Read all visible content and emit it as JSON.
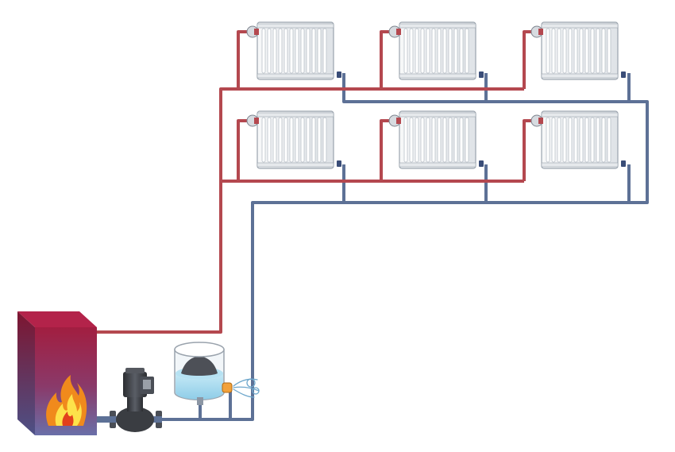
{
  "diagram": {
    "components": [
      "boiler",
      "circulation-pump",
      "expansion-tank",
      "safety-valve",
      "supply-pipe",
      "return-pipe",
      "radiator"
    ],
    "radiator_rows": 2,
    "radiators_per_row": 3,
    "colors": {
      "supply_pipe": "#b4484f",
      "return_pipe": "#5d7196",
      "boiler_top": "#a21e40",
      "boiler_bottom": "#6a6fa8",
      "radiator_body": "#eef0f2",
      "radiator_edge": "#9aa3ad",
      "pump_body": "#3a3d42",
      "tank_water": "#a7dbef",
      "flame_outer": "#f08a1c",
      "flame_inner": "#fde24a",
      "valve_orange": "#f2a13a"
    },
    "icons": [
      "flame-icon",
      "thermostatic-valve-icon",
      "air-vent-icon",
      "pump-icon",
      "water-spray-icon"
    ]
  }
}
